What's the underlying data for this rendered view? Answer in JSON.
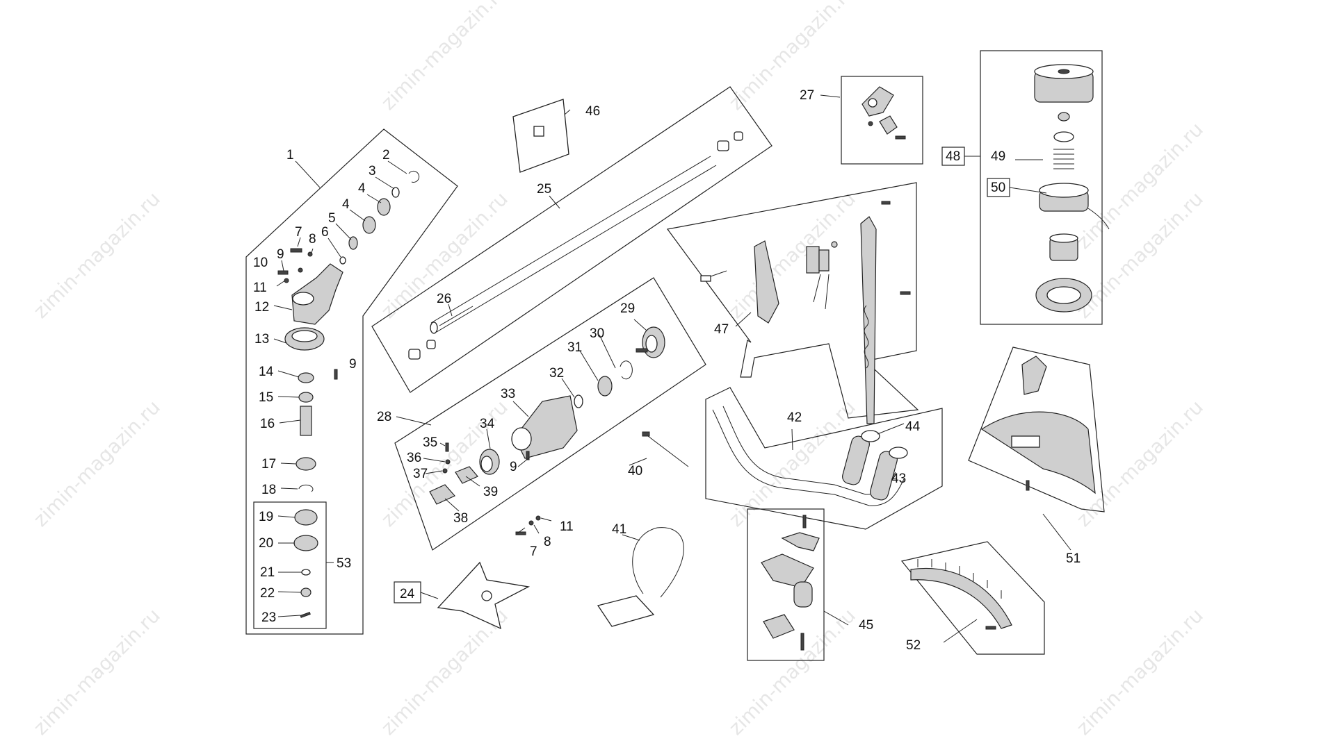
{
  "watermark": "zimin-magazin.ru",
  "callouts": {
    "c1": "1",
    "c2": "2",
    "c3": "3",
    "c4a": "4",
    "c4b": "4",
    "c5": "5",
    "c6": "6",
    "c7a": "7",
    "c7b": "7",
    "c8a": "8",
    "c8b": "8",
    "c9a": "9",
    "c9b": "9",
    "c9c": "9",
    "c10": "10",
    "c11a": "11",
    "c11b": "11",
    "c12": "12",
    "c13": "13",
    "c14": "14",
    "c15": "15",
    "c16": "16",
    "c17": "17",
    "c18": "18",
    "c19": "19",
    "c20": "20",
    "c21": "21",
    "c22": "22",
    "c23": "23",
    "c24": "24",
    "c25": "25",
    "c26": "26",
    "c27": "27",
    "c28": "28",
    "c29": "29",
    "c30": "30",
    "c31": "31",
    "c32": "32",
    "c33": "33",
    "c34": "34",
    "c35": "35",
    "c36": "36",
    "c37": "37",
    "c38": "38",
    "c39": "39",
    "c40": "40",
    "c41": "41",
    "c42": "42",
    "c43": "43",
    "c44": "44",
    "c45": "45",
    "c46": "46",
    "c47": "47",
    "c48": "48",
    "c49": "49",
    "c50": "50",
    "c51": "51",
    "c52": "52",
    "c53": "53"
  }
}
